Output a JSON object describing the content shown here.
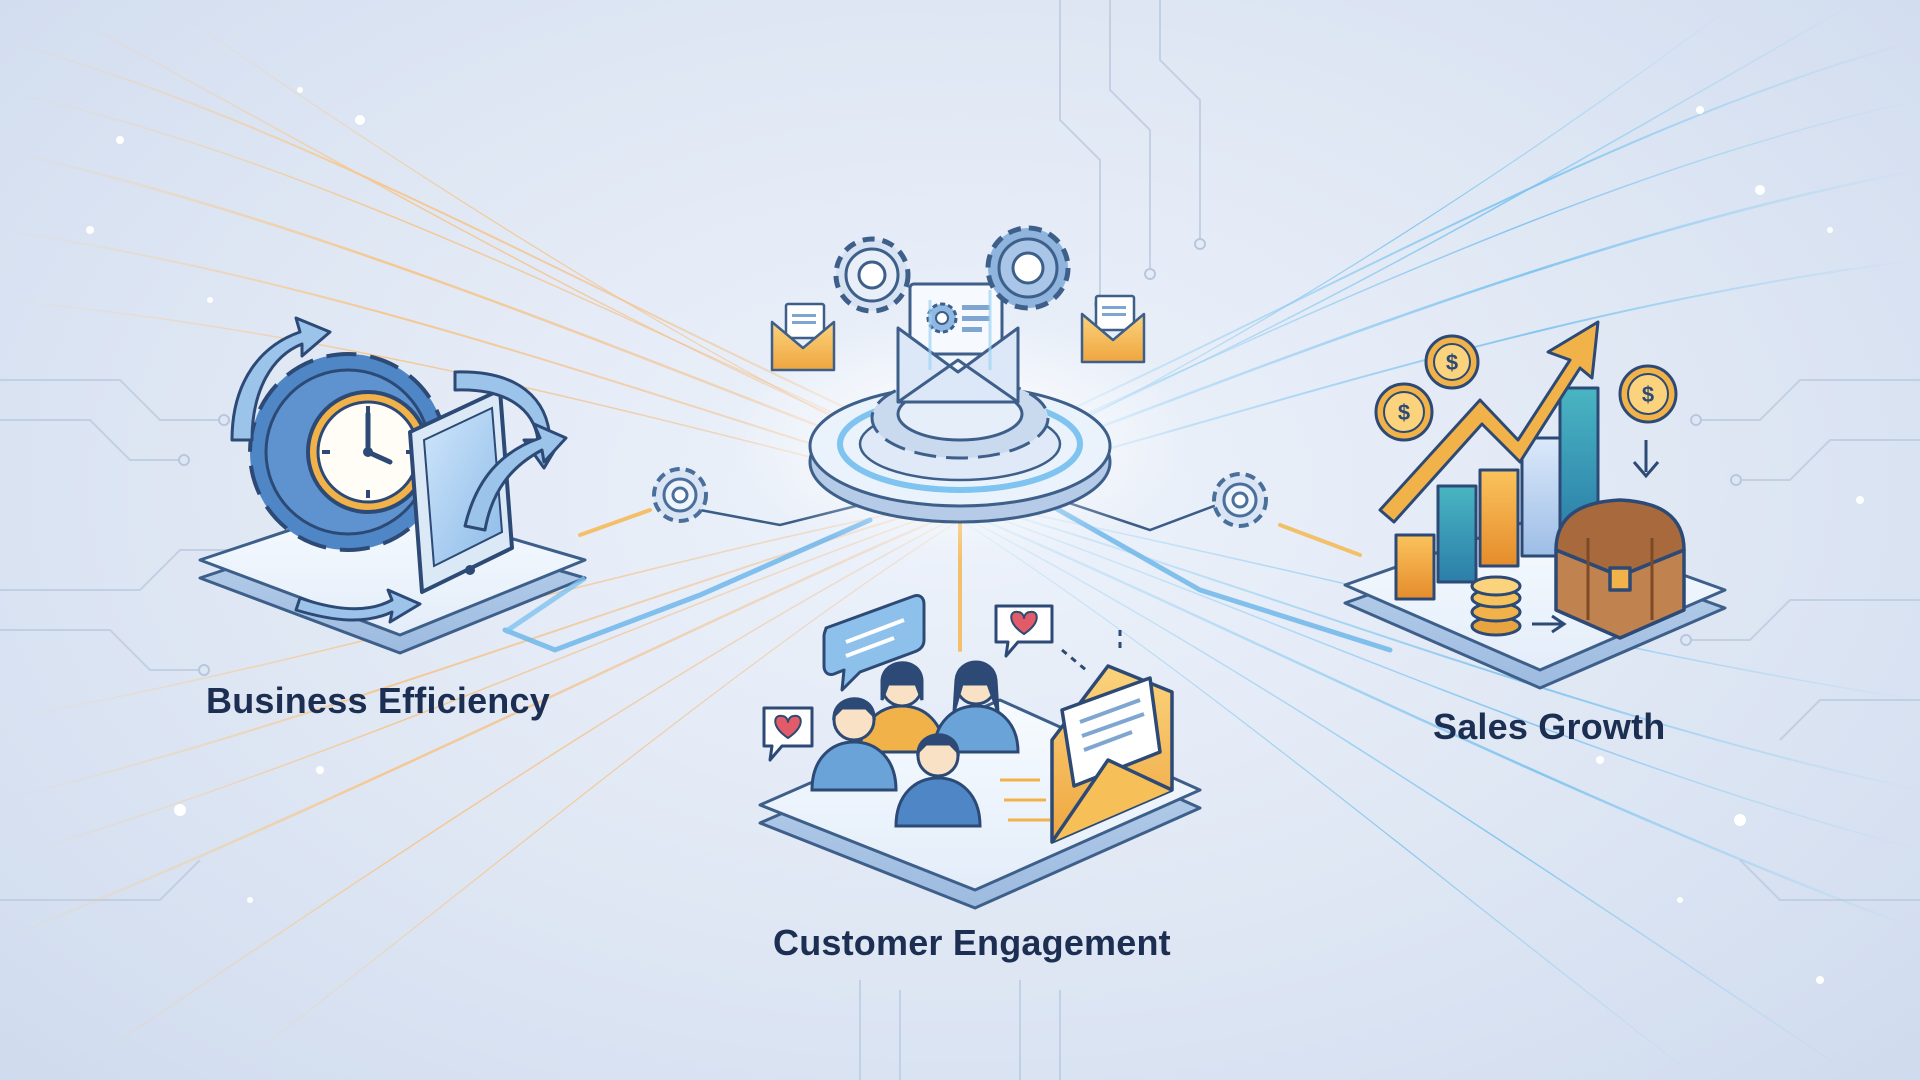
{
  "labels": {
    "business_efficiency": "Business Efficiency",
    "customer_engagement": "Customer Engagement",
    "sales_growth": "Sales Growth"
  },
  "colors": {
    "navy_text": "#1c2e52",
    "accent_blue": "#4f86c6",
    "accent_orange": "#f2b24a",
    "platform": "#eef4fb",
    "stream_warm": "#f6c98a",
    "stream_cool": "#7fc3f0"
  },
  "icons": {
    "central": [
      "email-envelope-icon",
      "gear-icon",
      "gear-icon",
      "envelope-icon",
      "envelope-icon"
    ],
    "efficiency": [
      "gear-icon",
      "clock-icon",
      "tablet-icon",
      "cycle-arrow-icon"
    ],
    "engagement": [
      "people-icon",
      "chat-bubble-icon",
      "heart-bubble-icon",
      "envelope-icon"
    ],
    "sales": [
      "coin-icon",
      "bar-chart-icon",
      "growth-arrow-icon",
      "treasure-chest-icon",
      "coin-stack-icon"
    ]
  }
}
